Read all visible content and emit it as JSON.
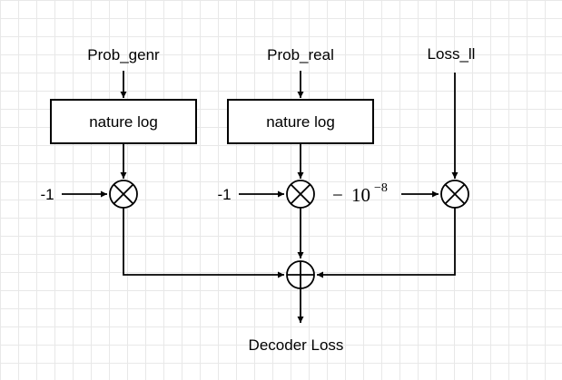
{
  "inputs": {
    "prob_genr": "Prob_genr",
    "prob_real": "Prob_real",
    "loss_ll": "Loss_ll"
  },
  "blocks": {
    "log_genr": "nature log",
    "log_real": "nature log"
  },
  "constants": {
    "neg_one_genr": "-1",
    "neg_one_real": "-1",
    "neg_scale_sign": "−",
    "neg_scale_base": "10",
    "neg_scale_exp": "−8"
  },
  "operators": {
    "multiply_symbol": "⊗",
    "sum_symbol": "⊕"
  },
  "output": {
    "label": "Decoder Loss"
  }
}
